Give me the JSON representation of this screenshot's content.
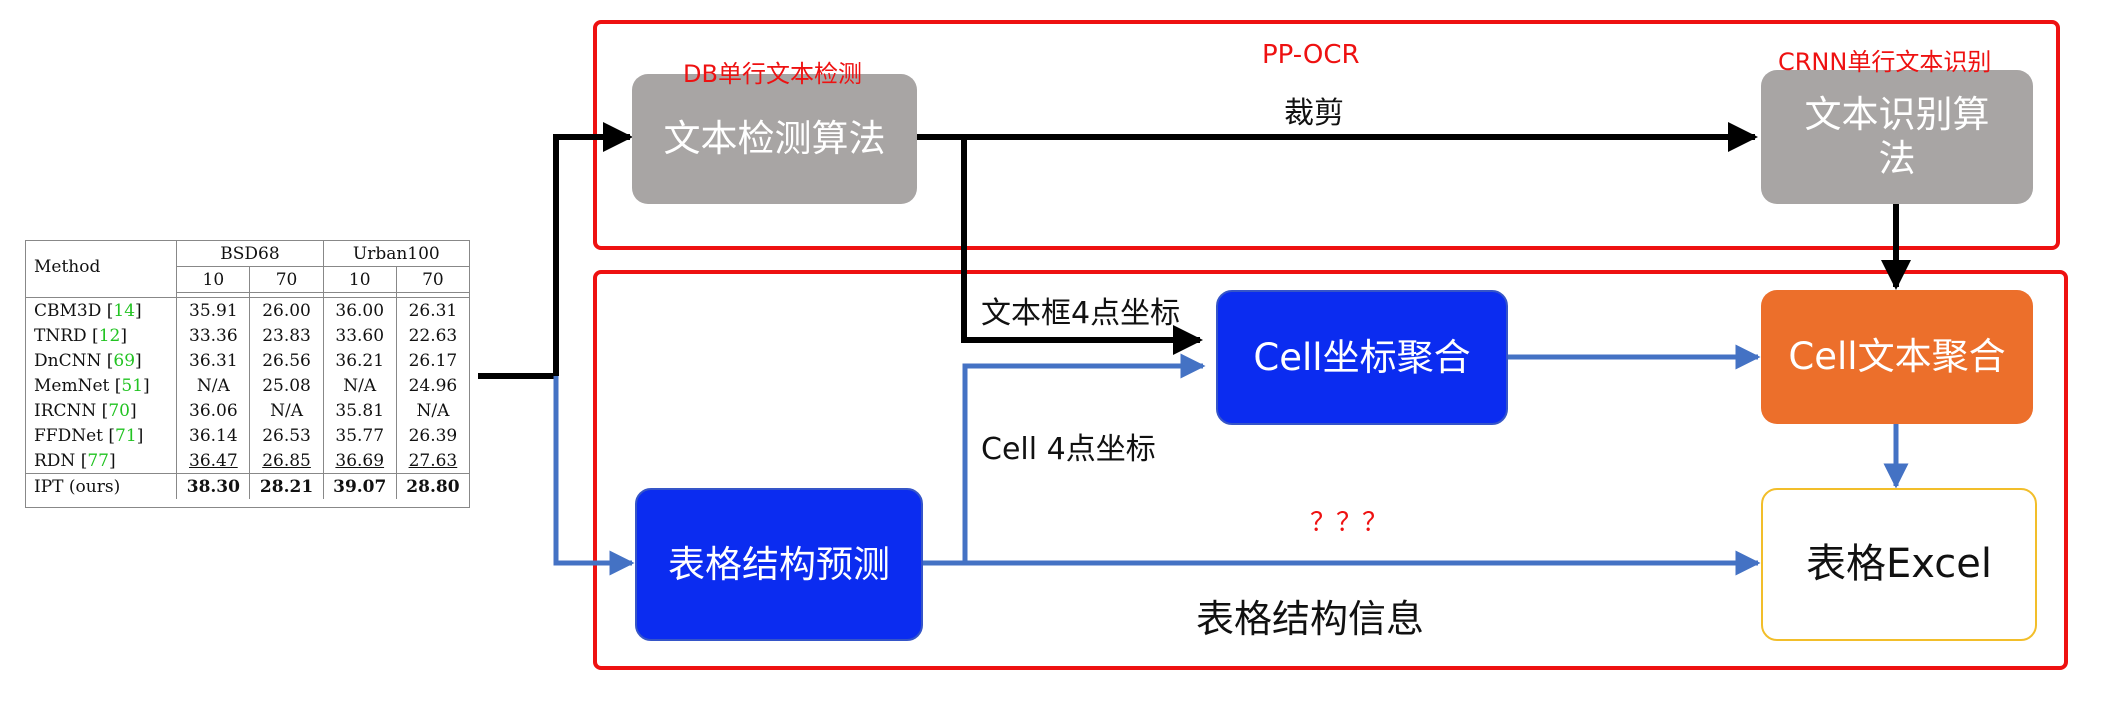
{
  "table": {
    "header_method": "Method",
    "groups": [
      "BSD68",
      "Urban100"
    ],
    "sub_cols": [
      "10",
      "70",
      "10",
      "70"
    ],
    "rows": [
      {
        "name": "CBM3D",
        "ref": "14",
        "vals": [
          "35.91",
          "26.00",
          "36.00",
          "26.31"
        ]
      },
      {
        "name": "TNRD",
        "ref": "12",
        "vals": [
          "33.36",
          "23.83",
          "33.60",
          "22.63"
        ]
      },
      {
        "name": "DnCNN",
        "ref": "69",
        "vals": [
          "36.31",
          "26.56",
          "36.21",
          "26.17"
        ]
      },
      {
        "name": "MemNet",
        "ref": "51",
        "vals": [
          "N/A",
          "25.08",
          "N/A",
          "24.96"
        ]
      },
      {
        "name": "IRCNN",
        "ref": "70",
        "vals": [
          "36.06",
          "N/A",
          "35.81",
          "N/A"
        ]
      },
      {
        "name": "FFDNet",
        "ref": "71",
        "vals": [
          "36.14",
          "26.53",
          "35.77",
          "26.39"
        ]
      },
      {
        "name": "RDN",
        "ref": "77",
        "vals": [
          "36.47",
          "26.85",
          "36.69",
          "27.63"
        ]
      }
    ],
    "last_row": {
      "name": "IPT (ours)",
      "vals": [
        "38.30",
        "28.21",
        "39.07",
        "28.80"
      ]
    }
  },
  "labels": {
    "db_title": "DB单行文本检测",
    "ppocr_title": "PP-OCR",
    "crnn_title": "CRNN单行文本识别",
    "crop": "裁剪",
    "text_box_coords": "文本框4点坐标",
    "cell_coords": "Cell 4点坐标",
    "question_marks": "？？？",
    "table_structure_info": "表格结构信息"
  },
  "boxes": {
    "text_detection": "文本检测算法",
    "text_recognition": "文本识别算\n法",
    "cell_coord_merge": "Cell坐标聚合",
    "cell_text_merge": "Cell文本聚合",
    "table_structure_pred": "表格结构预测",
    "table_excel": "表格Excel"
  },
  "colors": {
    "frame_red": "#ee1111",
    "box_gray": "#a8a5a4",
    "box_blue": "#0b2cf0",
    "box_orange": "#ec6f2b",
    "excel_border": "#f2be2a",
    "arrow_black": "#000000",
    "arrow_blue": "#4472c4"
  }
}
